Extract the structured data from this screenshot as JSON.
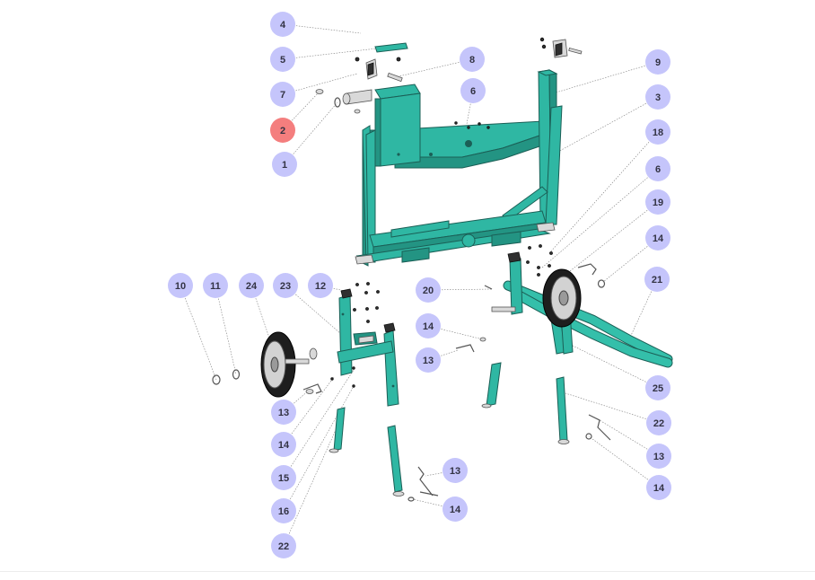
{
  "diagram": {
    "selected_callout": "2",
    "colors": {
      "callout_fill": "#c5c5fb",
      "callout_selected_fill": "#f47e7e",
      "part_color": "#2fb7a3"
    },
    "callouts": [
      {
        "label": "4"
      },
      {
        "label": "5"
      },
      {
        "label": "7"
      },
      {
        "label": "2"
      },
      {
        "label": "1"
      },
      {
        "label": "8"
      },
      {
        "label": "6"
      },
      {
        "label": "9"
      },
      {
        "label": "3"
      },
      {
        "label": "18"
      },
      {
        "label": "6"
      },
      {
        "label": "19"
      },
      {
        "label": "14"
      },
      {
        "label": "21"
      },
      {
        "label": "10"
      },
      {
        "label": "11"
      },
      {
        "label": "24"
      },
      {
        "label": "23"
      },
      {
        "label": "12"
      },
      {
        "label": "20"
      },
      {
        "label": "14"
      },
      {
        "label": "13"
      },
      {
        "label": "25"
      },
      {
        "label": "22"
      },
      {
        "label": "13"
      },
      {
        "label": "14"
      },
      {
        "label": "13"
      },
      {
        "label": "14"
      },
      {
        "label": "15"
      },
      {
        "label": "16"
      },
      {
        "label": "22"
      },
      {
        "label": "13"
      },
      {
        "label": "14"
      }
    ]
  }
}
